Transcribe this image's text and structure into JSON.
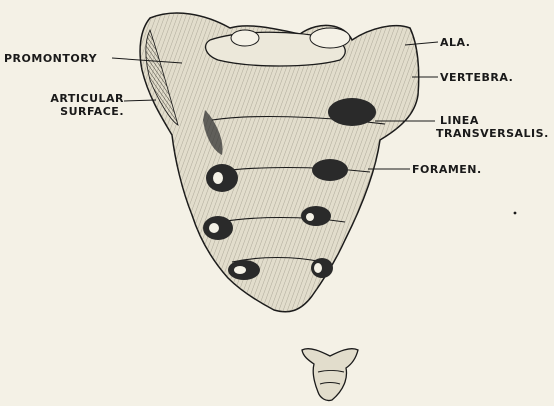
{
  "labels": {
    "promontory": "PROMONTORY",
    "articular_surface_line1": "ARTICULAR",
    "articular_surface_line2": "SURFACE.",
    "ala": "ALA.",
    "vertebra": "VERTEBRA.",
    "linea_line1": "LINEA",
    "linea_line2": "TRANSVERSALIS.",
    "foramen": "FORAMEN."
  },
  "colors": {
    "background": "#f4f1e6",
    "ink": "#1a1a1a",
    "bone_fill": "#e2ddcc",
    "shadow": "#2a2a2a"
  }
}
